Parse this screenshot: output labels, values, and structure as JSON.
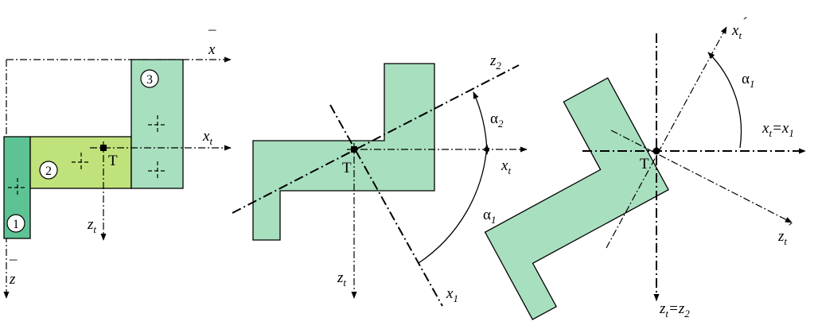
{
  "colors": {
    "part1": "#5ec394",
    "part2": "#bfe27a",
    "part3": "#a8dfbf",
    "section": "#a8dfbf",
    "stroke": "#000000"
  },
  "panel1": {
    "xbar": {
      "base": "x",
      "bar": "¯"
    },
    "zbar": {
      "base": "z",
      "bar": "¯"
    },
    "xt": {
      "base": "x",
      "sub": "t"
    },
    "zt": {
      "base": "z",
      "sub": "t"
    },
    "centroid": "T",
    "part_numbers": [
      "1",
      "2",
      "3"
    ]
  },
  "panel2": {
    "z2": {
      "base": "z",
      "sub": "2"
    },
    "x1": {
      "base": "x",
      "sub": "1"
    },
    "xt": {
      "base": "x",
      "sub": "t"
    },
    "zt": {
      "base": "z",
      "sub": "t"
    },
    "centroid": "T",
    "alpha2": {
      "base": "α",
      "sub": "2"
    },
    "alpha1": {
      "base": "α",
      "sub": "1"
    }
  },
  "panel3": {
    "xt_prime": {
      "base": "x",
      "sub": "t",
      "prime": "´"
    },
    "zt_prime": {
      "base": "z",
      "sub": "t",
      "prime": "´"
    },
    "xt_eq_x1": {
      "base": "x",
      "sub1": "t",
      "eq": "=x",
      "sub2": "1"
    },
    "zt_eq_z2": {
      "base": "z",
      "sub1": "t",
      "eq": "=z",
      "sub2": "2"
    },
    "centroid": "T",
    "alpha1": {
      "base": "α",
      "sub": "1"
    }
  }
}
